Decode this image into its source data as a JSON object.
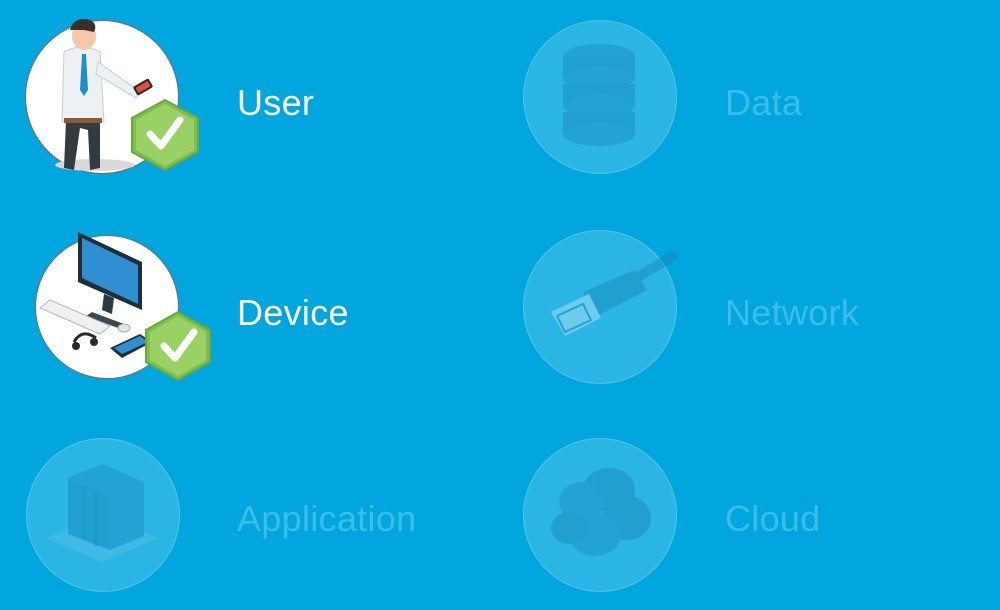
{
  "tiles": {
    "user": {
      "label": "User",
      "state": "verified",
      "icon": "user-with-phone-icon"
    },
    "data": {
      "label": "Data",
      "state": "inactive",
      "icon": "database-icon"
    },
    "device": {
      "label": "Device",
      "state": "verified",
      "icon": "computer-devices-icon"
    },
    "network": {
      "label": "Network",
      "state": "inactive",
      "icon": "ethernet-cable-icon"
    },
    "application": {
      "label": "Application",
      "state": "inactive",
      "icon": "application-box-icon"
    },
    "cloud": {
      "label": "Cloud",
      "state": "inactive",
      "icon": "cloud-icon"
    }
  },
  "colors": {
    "background": "#00a6dd",
    "active_label": "#ffffff",
    "inactive_label": "#6ecdf0",
    "check_badge": "#7fbf4d"
  }
}
